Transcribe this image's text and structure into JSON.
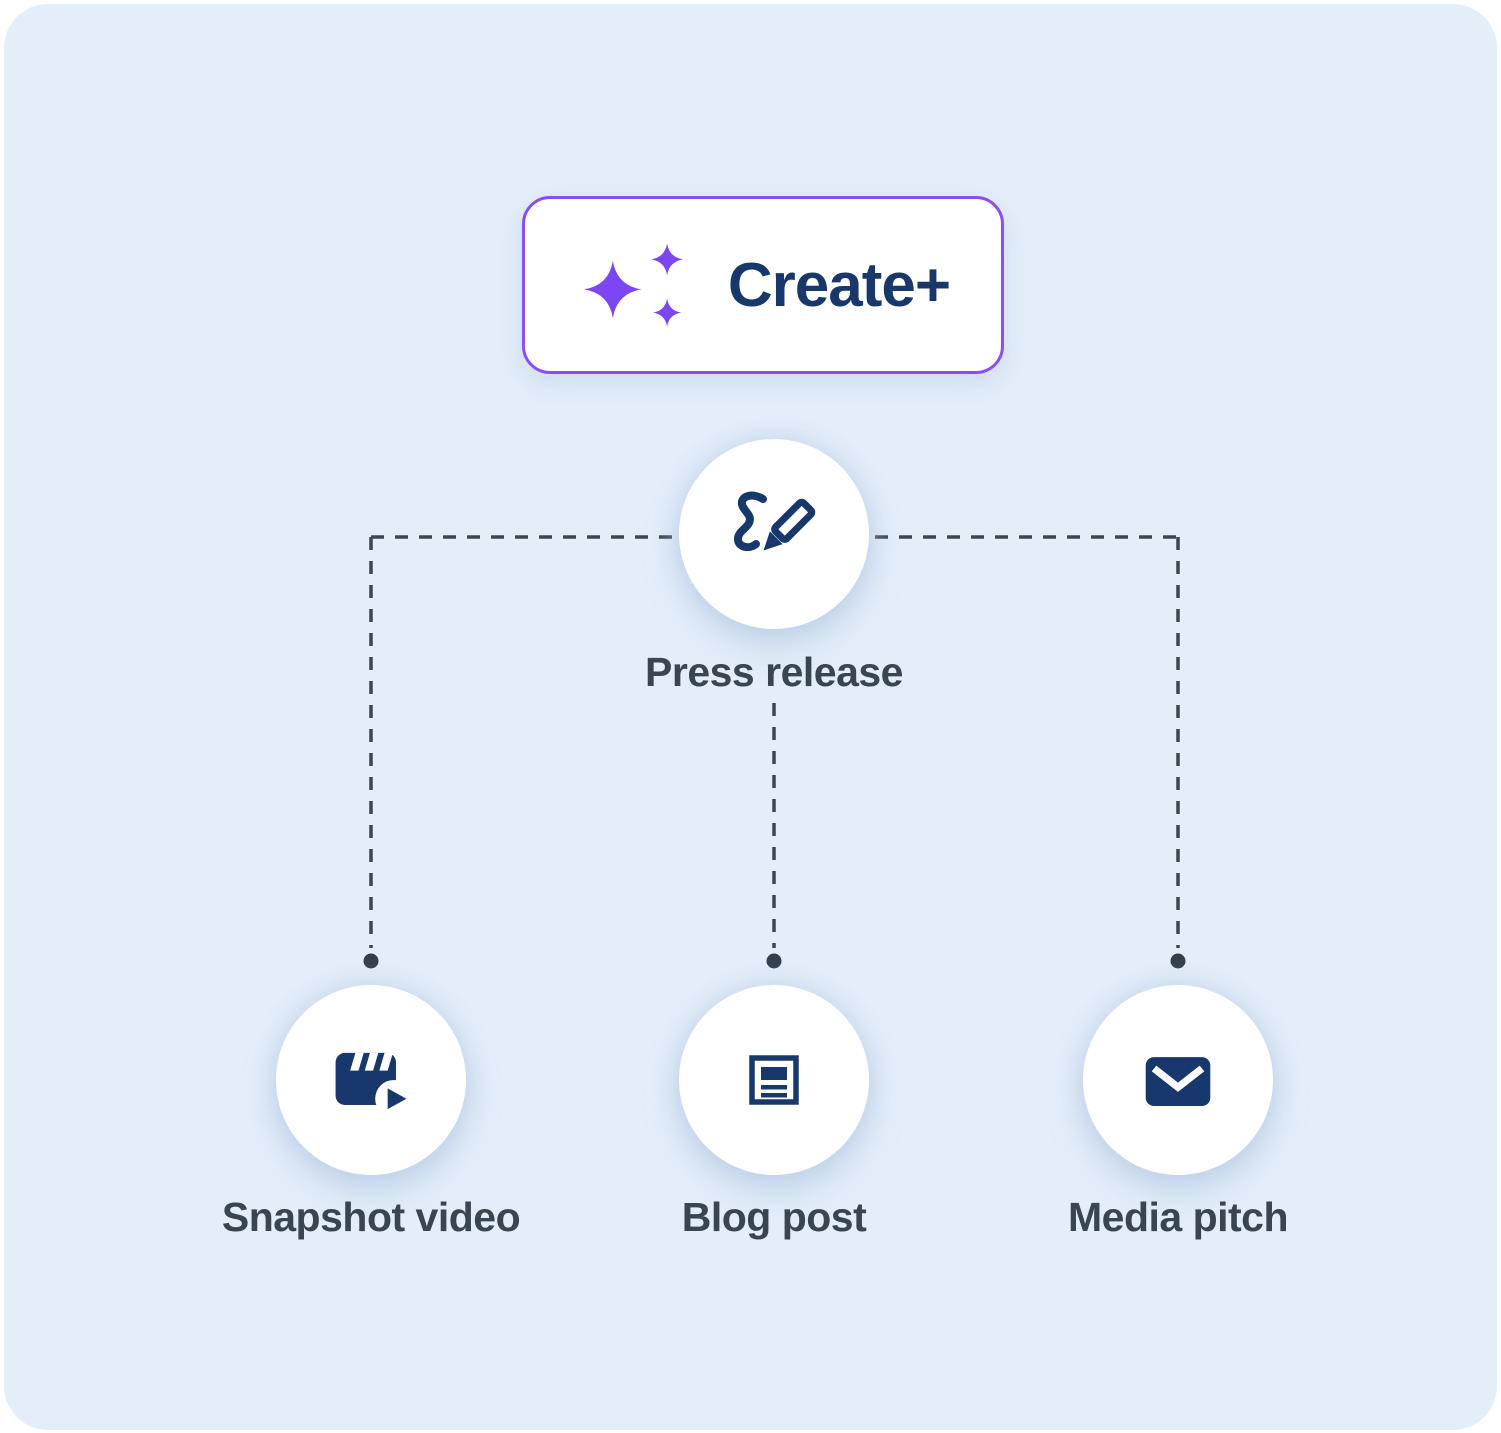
{
  "colors": {
    "page_bg": "#FFFFFF",
    "panel_bg": "#E4EEF9",
    "node_bg": "#FFFFFF",
    "navy": "#18386C",
    "label": "#3A4552",
    "connector": "#3C4551",
    "dot": "#333E4B",
    "purple_border": "#8B4DF7",
    "sparkle_purple": "#7C46F0"
  },
  "create_button": {
    "label": "Create+",
    "icon": "sparkles-icon"
  },
  "root_node": {
    "label": "Press release",
    "icon": "signature-pen-icon"
  },
  "child_nodes": [
    {
      "label": "Snapshot video",
      "icon": "video-clapper-play-icon"
    },
    {
      "label": "Blog post",
      "icon": "blog-article-icon"
    },
    {
      "label": "Media pitch",
      "icon": "envelope-icon"
    }
  ]
}
